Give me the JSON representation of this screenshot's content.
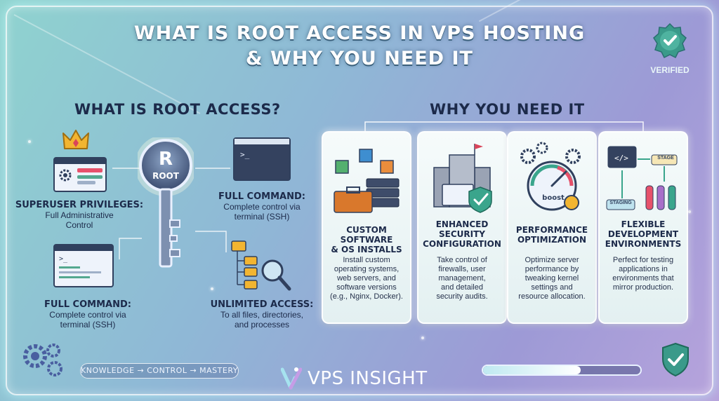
{
  "title_line1": "WHAT IS ROOT ACCESS IN VPS HOSTING",
  "title_line2": "& WHY YOU NEED IT",
  "verified_label": "VERIFIED",
  "left_section": {
    "heading": "WHAT IS ROOT ACCESS?",
    "key_letter": "R",
    "key_label": "ROOT",
    "items": [
      {
        "title": "SUPERUSER PRIVILEGES:",
        "desc1": "Full Administrative",
        "desc2": "Control"
      },
      {
        "title": "FULL COMMAND:",
        "desc1": "Complete control via",
        "desc2": "terminal (SSH)"
      },
      {
        "title": "FULL COMMAND:",
        "desc1": "Complete control via",
        "desc2": "terminal (SSH)"
      },
      {
        "title": "UNLIMITED ACCESS:",
        "desc1": "To all files, directories,",
        "desc2": "and processes"
      }
    ]
  },
  "right_section": {
    "heading": "WHY YOU NEED IT",
    "cards": [
      {
        "title1": "CUSTOM SOFTWARE",
        "title2": "& OS INSTALLS",
        "title3": "",
        "desc": [
          "Install custom",
          "operating systems,",
          "web servers, and",
          "software versions",
          "(e.g., Nginx, Docker)."
        ]
      },
      {
        "title1": "ENHANCED",
        "title2": "SECURITY",
        "title3": "CONFIGURATION",
        "desc": [
          "Take control of",
          "firewalls, user",
          "management,",
          "and detailed",
          "security audits."
        ]
      },
      {
        "title1": "PERFORMANCE",
        "title2": "OPTIMIZATION",
        "title3": "",
        "desc": [
          "Optimize server",
          "performance by",
          "tweaking kernel",
          "settings and",
          "resource allocation."
        ]
      },
      {
        "title1": "FLEXIBLE",
        "title2": "DEVELOPMENT",
        "title3": "ENVIRONMENTS",
        "desc": [
          "Perfect for testing",
          "applications in",
          "environments that",
          "mirror production."
        ]
      }
    ],
    "gauge_label": "boost",
    "stage_label": "STAGE",
    "staging_label": "STAGING"
  },
  "footer": {
    "pill": "KNOWLEDGE → CONTROL → MASTERY",
    "brand": "VPS INSIGHT",
    "progress_fraction": 0.62
  },
  "colors": {
    "accent_teal": "#3f8f8f",
    "navy": "#1c2a4a",
    "gold": "#f2b531",
    "shield_green": "#3aa58c"
  }
}
